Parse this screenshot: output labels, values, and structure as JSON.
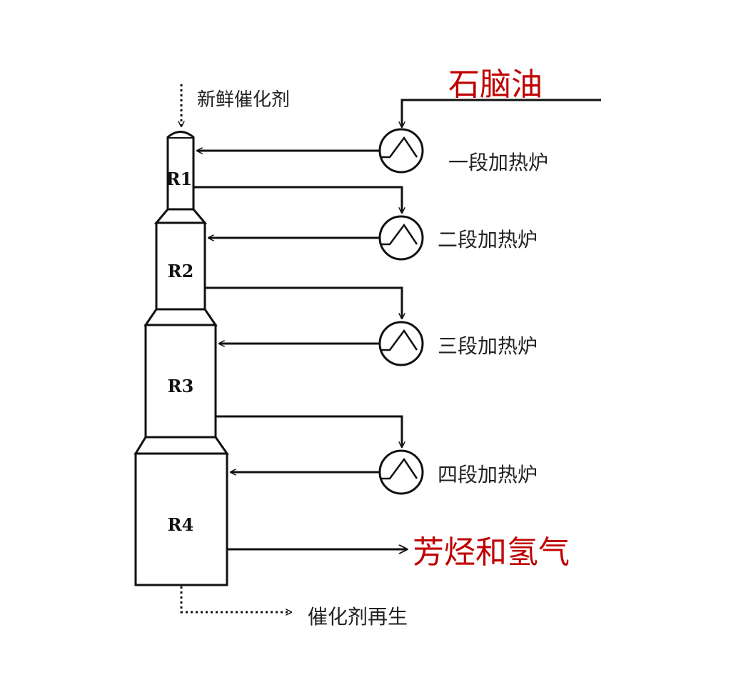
{
  "feed": {
    "label": "石脑油",
    "color": "#c00000"
  },
  "product": {
    "label": "芳烃和氢气",
    "color": "#c00000"
  },
  "catalyst": {
    "fresh_label": "新鲜催化剂",
    "regen_label": "催化剂再生"
  },
  "reactors": [
    {
      "id": "R1",
      "label": "R1"
    },
    {
      "id": "R2",
      "label": "R2"
    },
    {
      "id": "R3",
      "label": "R3"
    },
    {
      "id": "R4",
      "label": "R4"
    }
  ],
  "heaters": [
    {
      "label": "一段加热炉"
    },
    {
      "label": "二段加热炉"
    },
    {
      "label": "三段加热炉"
    },
    {
      "label": "四段加热炉"
    }
  ],
  "colors": {
    "line": "#111111",
    "text": "#222222"
  }
}
